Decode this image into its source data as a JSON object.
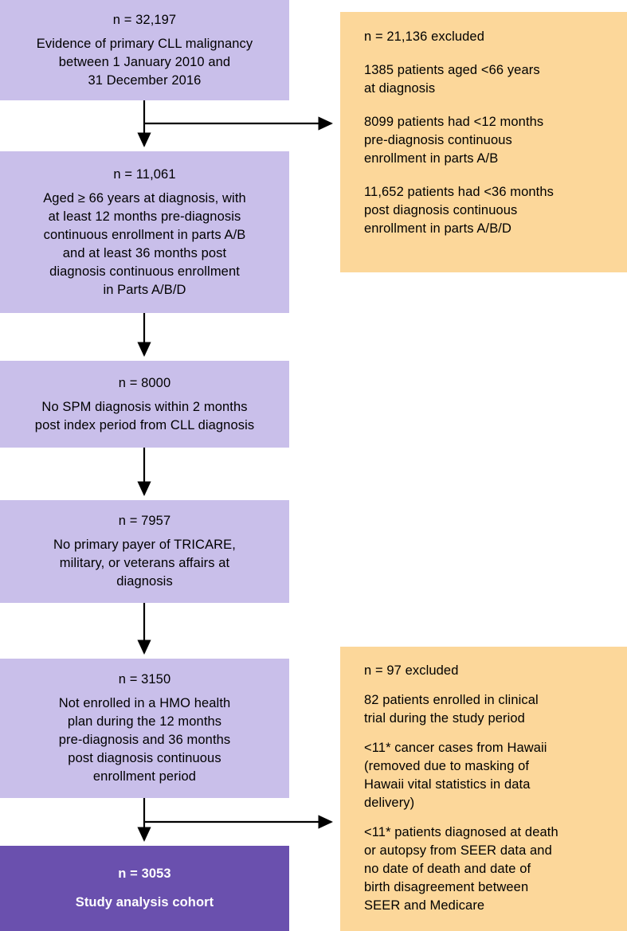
{
  "figure": {
    "type": "flowchart",
    "title": "CLL study cohort attrition flow diagram",
    "colors": {
      "stage_box": "#c9bfea",
      "exclusion_box": "#fcd79a",
      "final_box": "#6a50ae",
      "connector": "#000000",
      "final_text": "#ffffff"
    }
  },
  "stages": [
    {
      "id": "stage-1",
      "count_label": "n = 32,197",
      "description_lines": [
        "Evidence of primary CLL malignancy",
        "between 1 January 2010 and",
        "31 December 2016"
      ]
    },
    {
      "id": "stage-2",
      "count_label": "n = 11,061",
      "description_lines": [
        "Aged ≥ 66 years at diagnosis, with",
        "at least 12 months pre-diagnosis",
        "continuous enrollment in parts A/B",
        "and at least 36 months post",
        "diagnosis continuous enrollment",
        "in Parts A/B/D"
      ]
    },
    {
      "id": "stage-3",
      "count_label": "n = 8000",
      "description_lines": [
        "No SPM diagnosis within 2 months",
        "post index period from CLL diagnosis"
      ]
    },
    {
      "id": "stage-4",
      "count_label": "n = 7957",
      "description_lines": [
        "No primary payer of TRICARE,",
        "military, or veterans affairs at",
        "diagnosis"
      ]
    },
    {
      "id": "stage-5",
      "count_label": "n = 3150",
      "description_lines": [
        "Not enrolled in a HMO health",
        "plan during the 12 months",
        "pre-diagnosis and 36 months",
        "post diagnosis continuous",
        "enrollment period"
      ]
    }
  ],
  "final": {
    "id": "final-cohort",
    "count_label": "n = 3053",
    "title": "Study analysis cohort"
  },
  "exclusions": [
    {
      "id": "exclusion-1",
      "count_label": "n = 21,136 excluded",
      "reasons": [
        [
          "1385 patients aged <66 years",
          "at diagnosis"
        ],
        [
          "8099 patients had <12 months",
          "pre-diagnosis continuous",
          "enrollment in parts A/B"
        ],
        [
          "11,652 patients had <36 months",
          "post diagnosis continuous",
          "enrollment in parts A/B/D"
        ]
      ]
    },
    {
      "id": "exclusion-2",
      "count_label": "n = 97 excluded",
      "reasons": [
        [
          "82 patients enrolled in clinical",
          "trial during the study period"
        ],
        [
          "<11* cancer cases from Hawaii",
          "(removed due to masking of",
          "Hawaii vital statistics in data",
          "delivery)"
        ],
        [
          "<11* patients diagnosed at death",
          "or autopsy from SEER data and",
          "no date of death and date of",
          "birth disagreement between",
          "SEER and Medicare"
        ]
      ]
    }
  ]
}
